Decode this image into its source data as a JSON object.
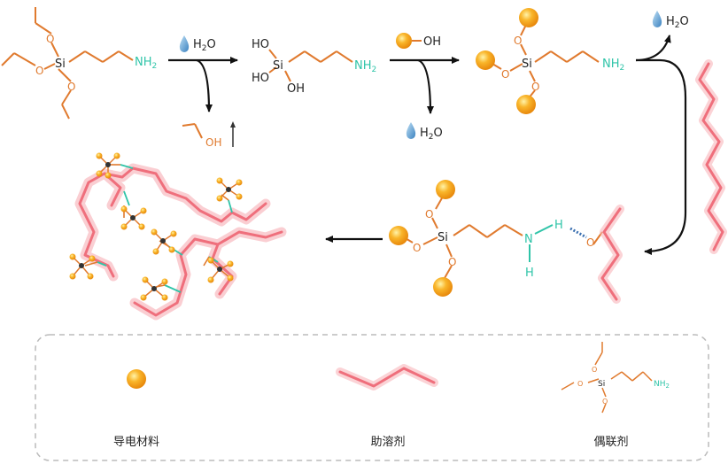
{
  "colors": {
    "bond": "#e07a2e",
    "amine": "#2fc4a8",
    "arrow": "#111111",
    "water": "#4a90c8",
    "particle": "#f5a623",
    "polymer": "#f07a85",
    "legend_border": "#bbbbbb"
  },
  "atoms": {
    "O": "O",
    "Si": "Si",
    "N": "N",
    "H": "H",
    "HO": "HO",
    "OH": "OH",
    "NH2_base": "NH",
    "NH2_sub": "2",
    "H2O_base": "H",
    "H2O_sub": "2",
    "H2O_tail": "O"
  },
  "byproducts": {
    "ethanol_label": "OH",
    "gas_arrow_icon": "up-arrow-icon"
  },
  "legend": {
    "items": [
      {
        "label": "导电材料",
        "icon": "conductive-particle-icon"
      },
      {
        "label": "助溶剂",
        "icon": "polymer-chain-icon"
      },
      {
        "label": "偶联剂",
        "icon": "coupling-agent-icon"
      }
    ]
  }
}
